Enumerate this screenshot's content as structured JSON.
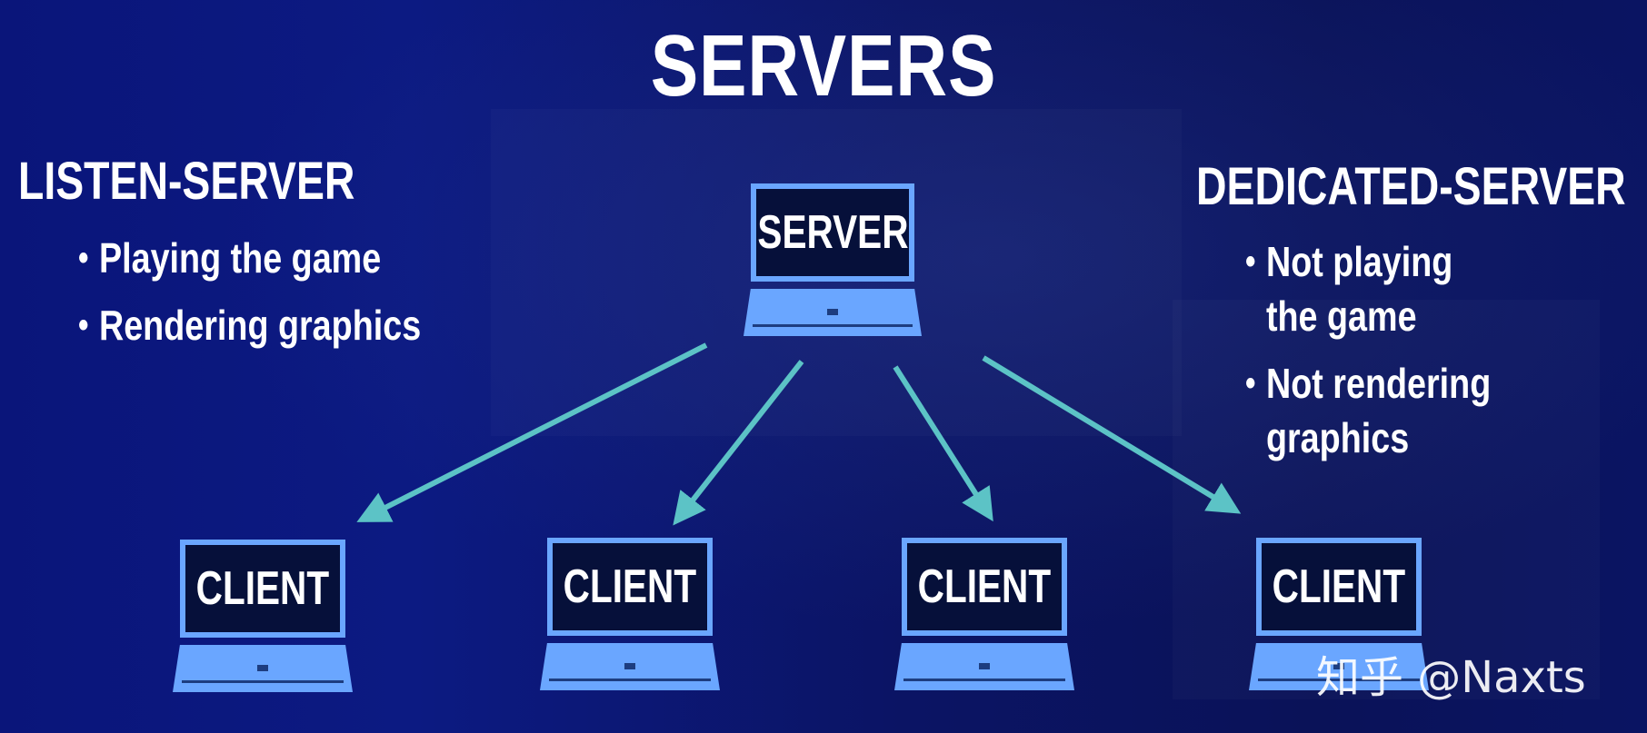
{
  "title": "SERVERS",
  "listen_server": {
    "heading": "LISTEN-SERVER",
    "bullets": [
      "Playing the game",
      "Rendering graphics"
    ]
  },
  "dedicated_server": {
    "heading": "DEDICATED-SERVER",
    "bullets": [
      "Not playing the game",
      "Not rendering graphics"
    ]
  },
  "server_node": {
    "label": "SERVER"
  },
  "client_nodes": [
    {
      "label": "CLIENT"
    },
    {
      "label": "CLIENT"
    },
    {
      "label": "CLIENT"
    },
    {
      "label": "CLIENT"
    }
  ],
  "watermark": "知乎 @Naxts",
  "colors": {
    "background": "#0b1260",
    "laptop": "#6aa6ff",
    "arrow": "#5cc3c6",
    "text": "#ffffff"
  }
}
